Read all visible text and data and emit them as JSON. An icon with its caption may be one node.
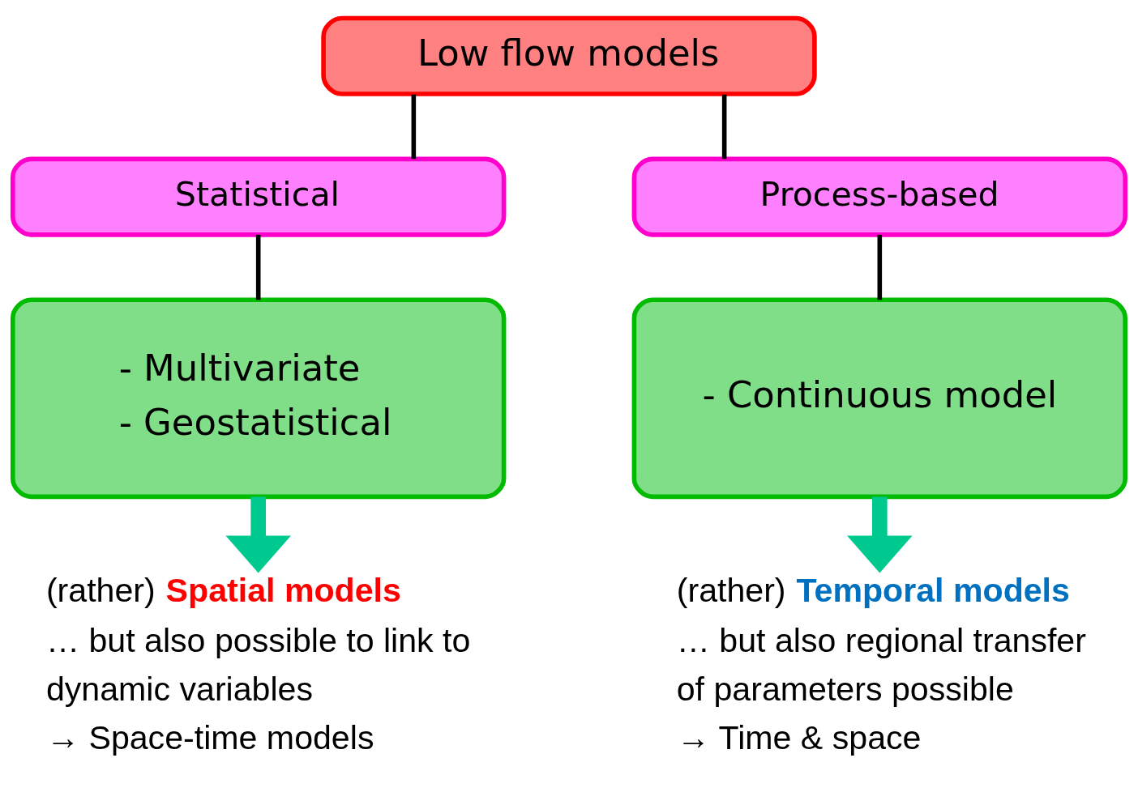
{
  "diagram": {
    "nodes": [
      {
        "text": [
          "Low flow models"
        ]
      },
      {
        "text": [
          "Statistical"
        ]
      },
      {
        "text": [
          "Process-based"
        ]
      },
      {
        "text": [
          "- Multivariate",
          "- Geostatistical"
        ]
      },
      {
        "text": [
          "- Continuous model"
        ]
      },
      {
        "text": [
          "(rather) **Spatial models**",
          "… but also possible to link to dynamic variables",
          "→ Space-time models"
        ]
      },
      {
        "text": [
          "(rather) **Temporal models**",
          "… but also regional transfer of parameters possible",
          "→ Time & space"
        ]
      }
    ],
    "edges": [
      {
        "from": 0,
        "to": 1,
        "arrow": "none"
      },
      {
        "from": 0,
        "to": 2,
        "arrow": "none"
      },
      {
        "from": 1,
        "to": 3,
        "arrow": "none"
      },
      {
        "from": 2,
        "to": 4,
        "arrow": "none"
      },
      {
        "from": 3,
        "to": 5,
        "arrow": "to",
        "style": "thick",
        "color": "#00c98f"
      },
      {
        "from": 4,
        "to": 6,
        "arrow": "to",
        "style": "thick",
        "color": "#00c98f"
      }
    ]
  }
}
